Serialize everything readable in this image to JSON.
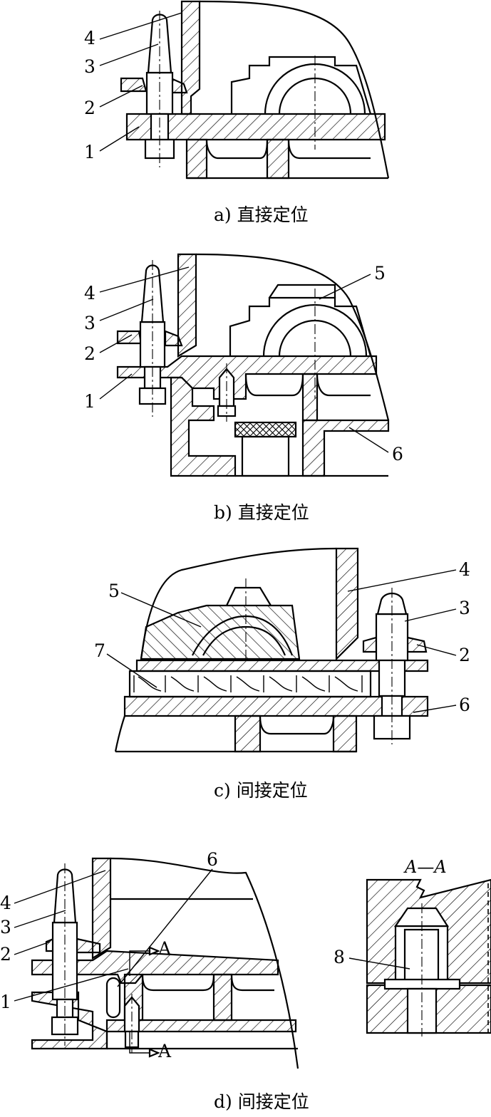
{
  "panels": [
    {
      "caption": "a) 直接定位",
      "labels": [
        "4",
        "3",
        "2",
        "1"
      ]
    },
    {
      "caption": "b) 直接定位",
      "labels": [
        "4",
        "3",
        "2",
        "1",
        "5",
        "6"
      ]
    },
    {
      "caption": "c) 间接定位",
      "labels": [
        "5",
        "7",
        "4",
        "3",
        "2",
        "6"
      ]
    },
    {
      "caption": "d) 间接定位",
      "labels": [
        "4",
        "3",
        "2",
        "1",
        "6",
        "A",
        "A",
        "8"
      ],
      "section_title": "A—A"
    }
  ]
}
